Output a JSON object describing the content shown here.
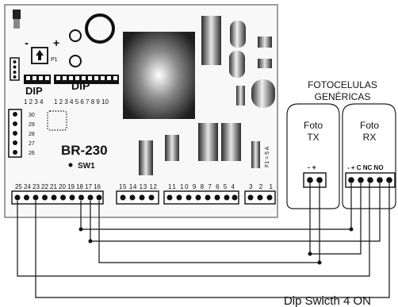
{
  "board": {
    "model": "BR-230",
    "switch_label": "SW1",
    "potentiometer_label": "P1",
    "minus_sign": "-",
    "plus_sign": "+",
    "fuse_label": "F1 = 5 A",
    "dip_small": {
      "label": "DIP",
      "numbers": "1 2 3 4"
    },
    "dip_large": {
      "label": "DIP",
      "numbers": "1 2 3 4 5 6 7 8 9 10"
    },
    "side_pins": [
      "30",
      "29",
      "28",
      "27",
      "26"
    ],
    "left_terminal_numbers": "25 24 23 22 21 20 19 18 17 16",
    "terminal_block_a": "15 14 13 12",
    "terminal_block_b": "11 10  9  8  7  6  5  4",
    "terminal_block_c": "3  2  1"
  },
  "photocells": {
    "title_line1": "FOTOCELULAS",
    "title_line2": "GENÉRICAS",
    "tx": {
      "line1": "Foto",
      "line2": "TX",
      "polarity": "-  +"
    },
    "rx": {
      "line1": "Foto",
      "line2": "RX",
      "terminals": "-  + C  NC NO"
    }
  },
  "caption": "Dip Swicth 4 ON"
}
